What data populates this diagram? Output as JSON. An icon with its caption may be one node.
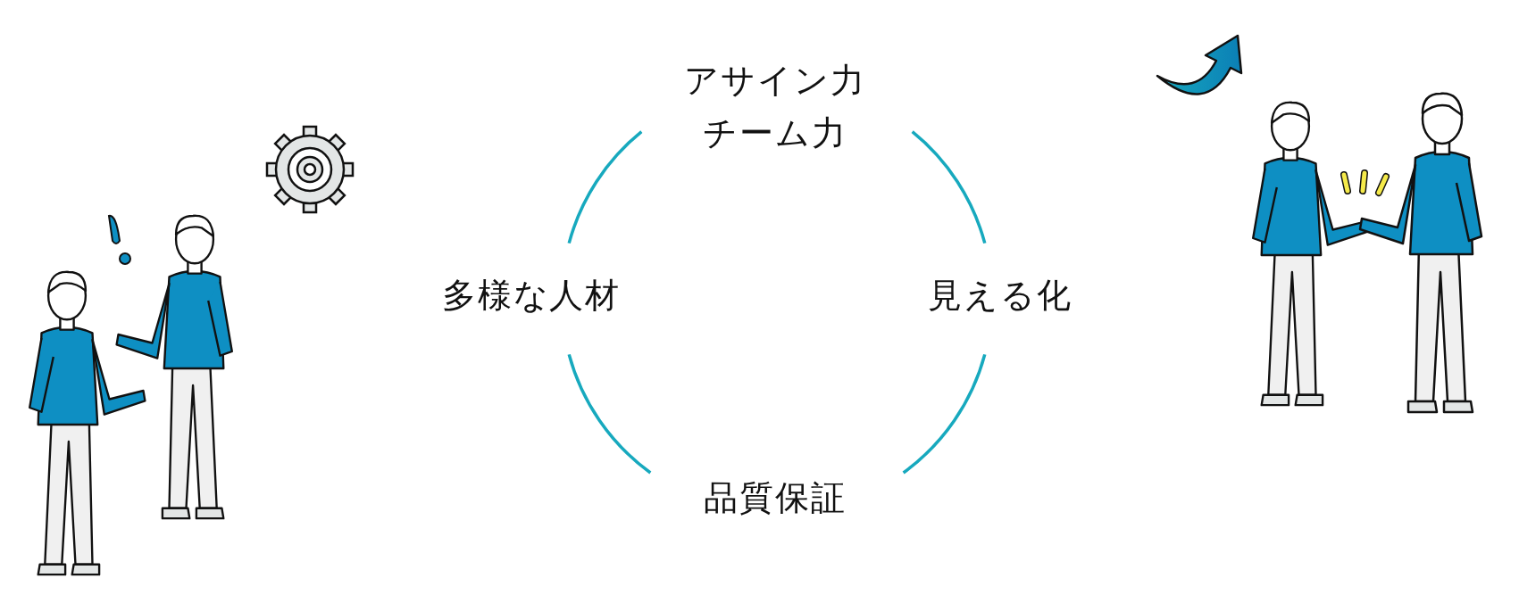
{
  "diagram": {
    "nodes": [
      {
        "text": [
          "アサイン力",
          "チーム力"
        ]
      },
      {
        "text": [
          "見える化"
        ]
      },
      {
        "text": [
          "品質保証"
        ]
      },
      {
        "text": [
          "多様な人材"
        ]
      }
    ],
    "edges": [
      {
        "from": 0,
        "to": 1,
        "arrow": "none"
      },
      {
        "from": 1,
        "to": 2,
        "arrow": "none"
      },
      {
        "from": 2,
        "to": 3,
        "arrow": "none"
      },
      {
        "from": 3,
        "to": 0,
        "arrow": "none"
      }
    ]
  }
}
